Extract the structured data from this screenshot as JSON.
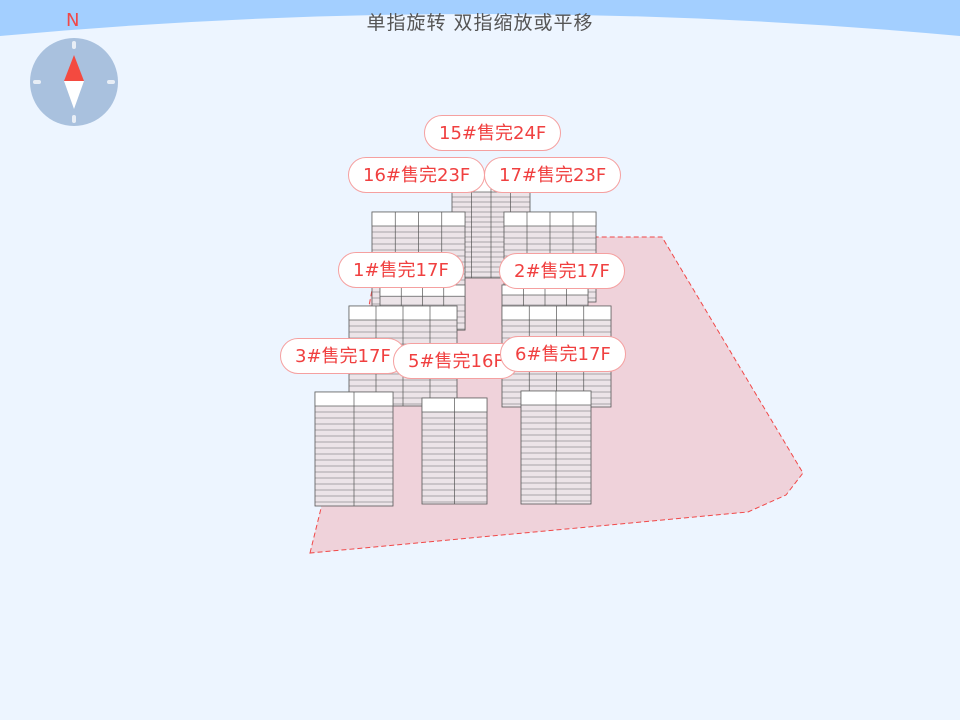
{
  "hint": "单指旋转 双指缩放或平移",
  "compass": {
    "north_label": "N",
    "needle_color": "#f44a40"
  },
  "colors": {
    "site_fill": "#efd2da",
    "site_border": "#f04848",
    "label_text": "#f04040"
  },
  "buildings": [
    {
      "id": "15",
      "label": "15#售完24F"
    },
    {
      "id": "16",
      "label": "16#售完23F"
    },
    {
      "id": "17",
      "label": "17#售完23F"
    },
    {
      "id": "1",
      "label": "1#售完17F"
    },
    {
      "id": "2",
      "label": "2#售完17F"
    },
    {
      "id": "3",
      "label": "3#售完17F"
    },
    {
      "id": "5",
      "label": "5#售完16F"
    },
    {
      "id": "6",
      "label": "6#售完17F"
    }
  ]
}
